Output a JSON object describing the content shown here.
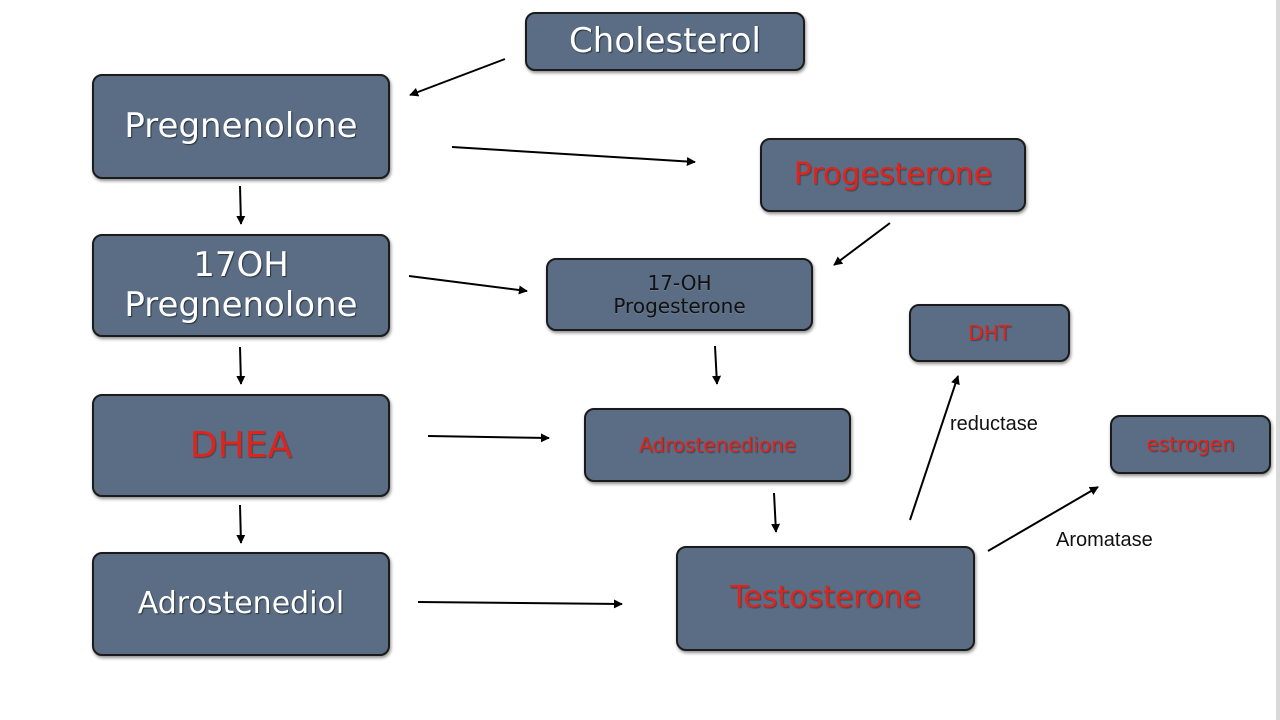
{
  "nodes": {
    "cholesterol": "Cholesterol",
    "pregnenolone": "Pregnenolone",
    "oh17_pregnenolone_line1": "17OH",
    "oh17_pregnenolone_line2": "Pregnenolone",
    "dhea": "DHEA",
    "adrostenediol": "Adrostenediol",
    "progesterone": "Progesterone",
    "oh17_progesterone_line1": "17-OH",
    "oh17_progesterone_line2": "Progesterone",
    "adrostenedione": "Adrostenedione",
    "testosterone": "Testosterone",
    "dht": "DHT",
    "estrogen": "estrogen"
  },
  "edge_labels": {
    "reductase": "reductase",
    "aromatase": "Aromatase"
  },
  "colors": {
    "box_fill": "#5a6d84",
    "box_border": "#1b1b1b",
    "text_white": "#ffffff",
    "text_red": "#e2231a",
    "arrow": "#000000"
  }
}
